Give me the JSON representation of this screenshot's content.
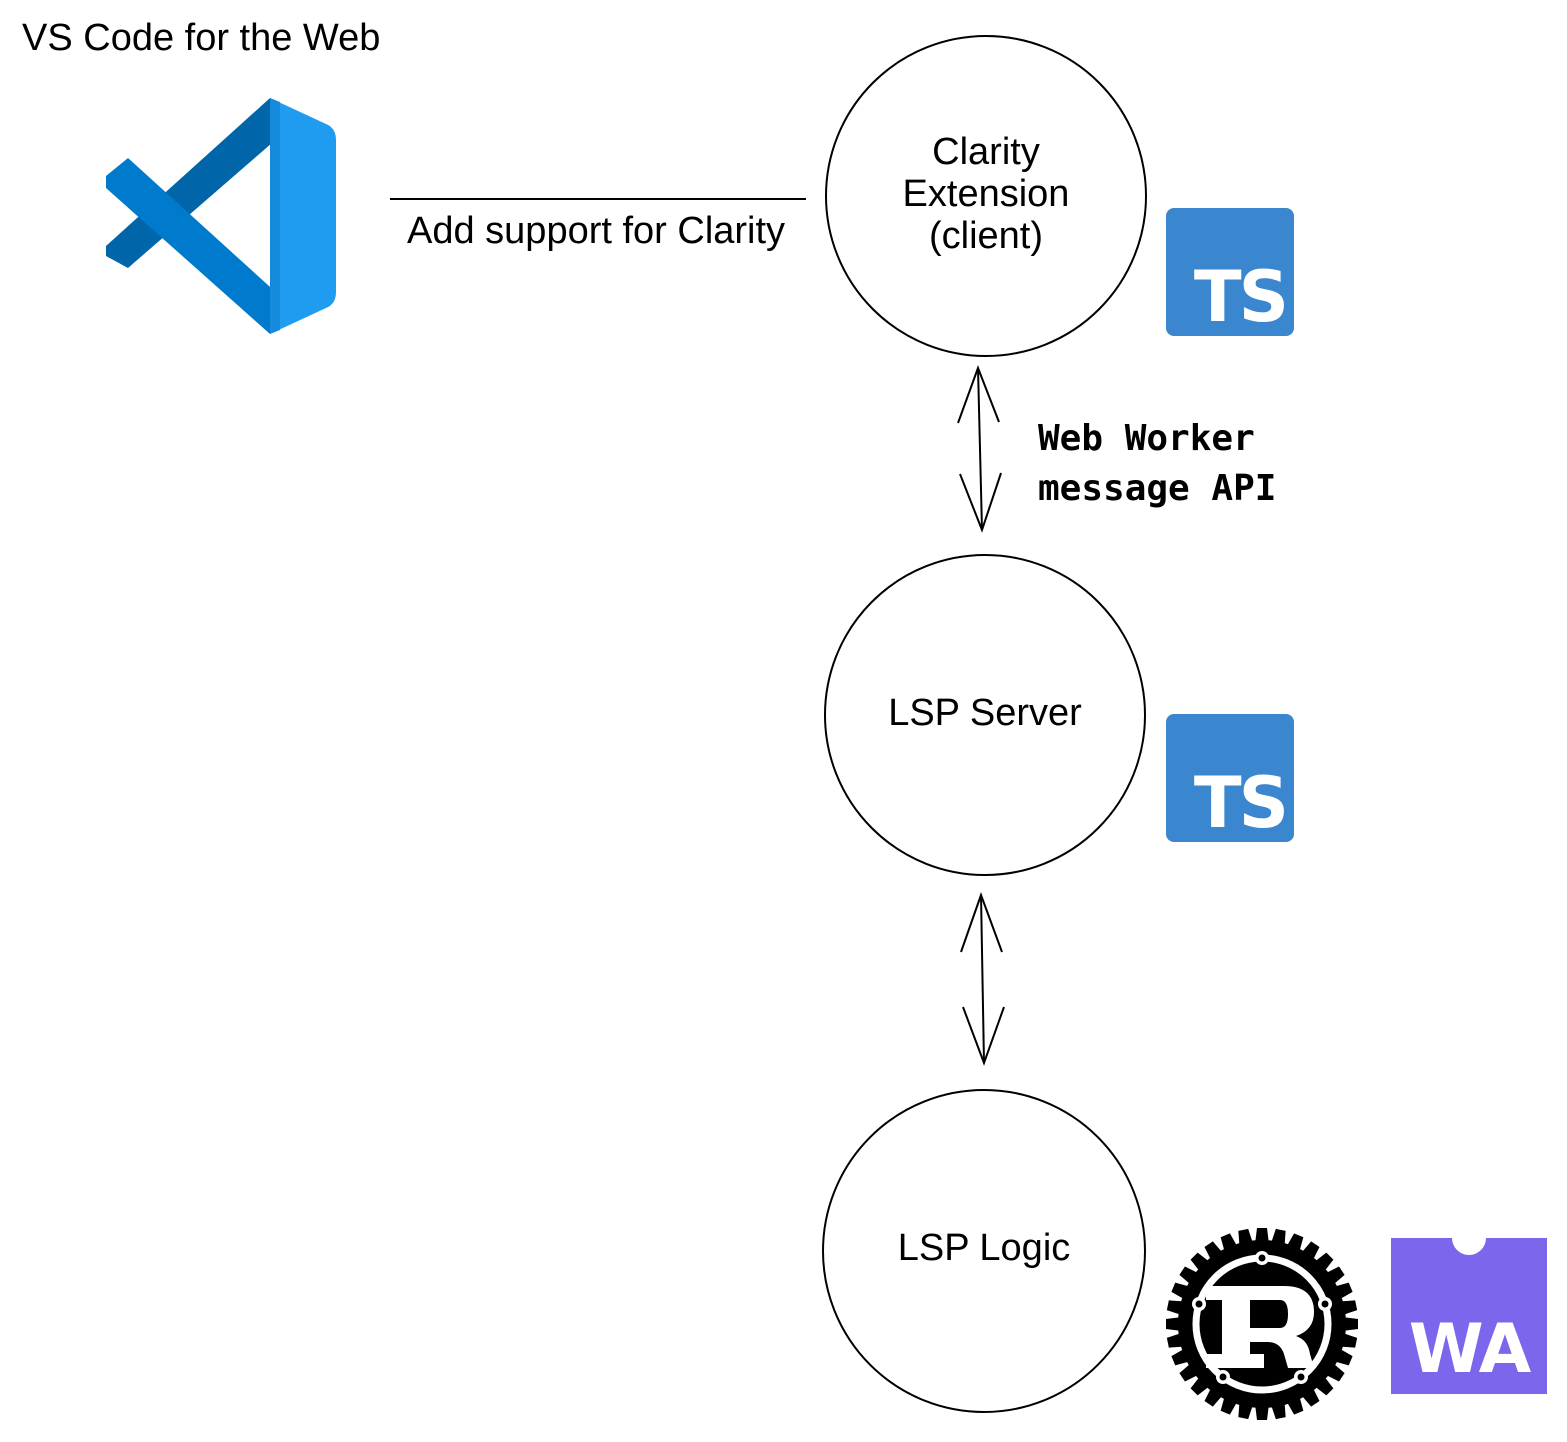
{
  "title": "VS Code for the Web",
  "edges": {
    "vscode_to_extension_label": "Add support for Clarity",
    "extension_to_server_label": "Web Worker\nmessage API"
  },
  "nodes": {
    "extension": "Clarity\nExtension\n(client)",
    "server": "LSP Server",
    "logic": "LSP Logic"
  },
  "logos": {
    "vscode": "vscode-logo",
    "ts_extension": "TS",
    "ts_server": "TS",
    "rust": "rust-logo",
    "wasm": "WA"
  },
  "colors": {
    "vscode_dark": "#0065a9",
    "vscode_mid": "#007acc",
    "vscode_light": "#1f9cf0",
    "typescript": "#3a86cf",
    "webassembly": "#7b66ec"
  }
}
